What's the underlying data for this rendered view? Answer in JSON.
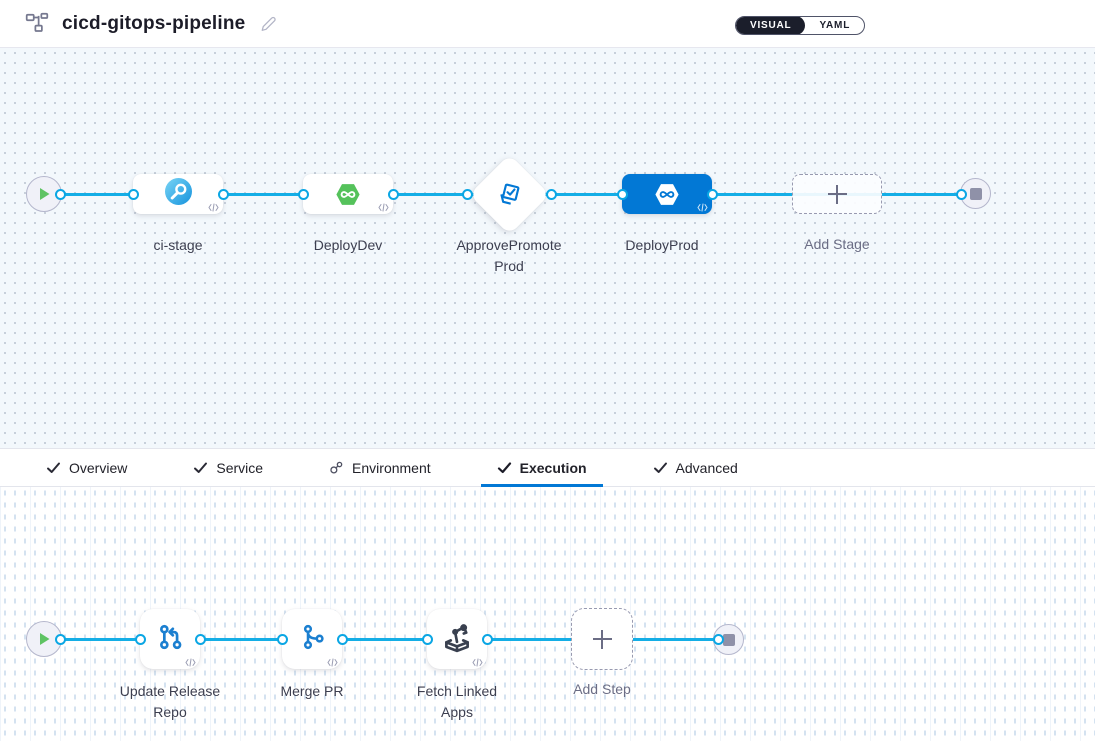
{
  "header": {
    "title": "cicd-gitops-pipeline",
    "view_toggle": {
      "selected": "VISUAL",
      "options": [
        "VISUAL",
        "YAML"
      ]
    }
  },
  "stage_canvas": {
    "stages": [
      {
        "label": "ci-stage",
        "icon": "ci-build-icon",
        "shape": "rect",
        "selected": false
      },
      {
        "label": "DeployDev",
        "icon": "cd-deploy-icon",
        "shape": "rect",
        "selected": false
      },
      {
        "label": "ApprovePromoteProd",
        "icon": "approval-icon",
        "shape": "diamond",
        "selected": false
      },
      {
        "label": "DeployProd",
        "icon": "cd-deploy-icon",
        "shape": "rect",
        "selected": true
      }
    ],
    "add_stage_label": "Add Stage",
    "start_icon": "play-icon",
    "end_icon": "stop-icon"
  },
  "tab_bar": {
    "tabs": [
      {
        "label": "Overview",
        "icon": "check-icon",
        "active": false
      },
      {
        "label": "Service",
        "icon": "check-icon",
        "active": false
      },
      {
        "label": "Environment",
        "icon": "environment-icon",
        "active": false
      },
      {
        "label": "Execution",
        "icon": "check-icon",
        "active": true
      },
      {
        "label": "Advanced",
        "icon": "check-icon",
        "active": false
      }
    ]
  },
  "execution_canvas": {
    "steps": [
      {
        "label": "Update Release Repo",
        "icon": "git-update-icon"
      },
      {
        "label": "Merge PR",
        "icon": "git-merge-icon"
      },
      {
        "label": "Fetch Linked Apps",
        "icon": "fetch-linked-apps-icon"
      }
    ],
    "add_step_label": "Add Step",
    "start_icon": "play-icon",
    "end_icon": "stop-icon"
  },
  "colors": {
    "accent_blue": "#0278D5",
    "connector_blue": "#14AEE6",
    "success_green": "#55C25B",
    "toggle_dark": "#1B1E2B",
    "canvas_dotted_bg": "#F3F8FC"
  }
}
